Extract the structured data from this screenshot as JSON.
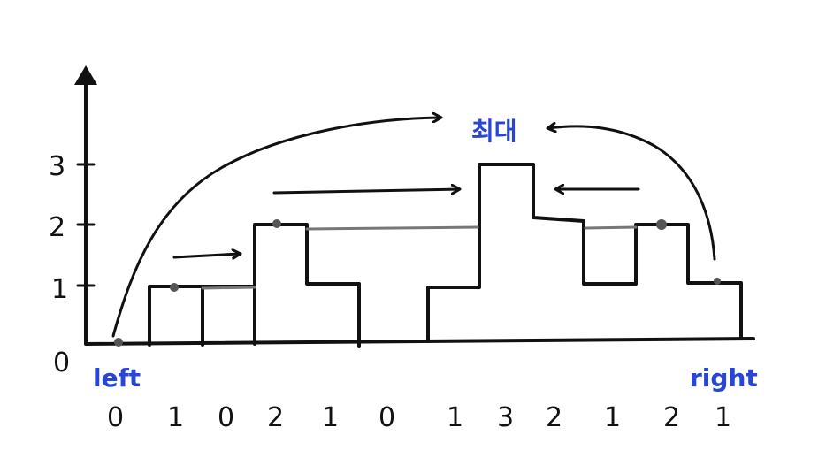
{
  "diagram": {
    "y_axis_ticks": [
      "0",
      "1",
      "2",
      "3"
    ],
    "heights": [
      0,
      1,
      0,
      2,
      1,
      0,
      1,
      3,
      2,
      1,
      2,
      1
    ],
    "x_labels": [
      "0",
      "1",
      "0",
      "2",
      "1",
      "0",
      "1",
      "3",
      "2",
      "1",
      "2",
      "1"
    ],
    "max_label": "최대",
    "left_label": "left",
    "right_label": "right",
    "colors": {
      "ink": "#111111",
      "blue": "#2746d6",
      "water_line": "#777777",
      "dot": "#555555"
    }
  }
}
